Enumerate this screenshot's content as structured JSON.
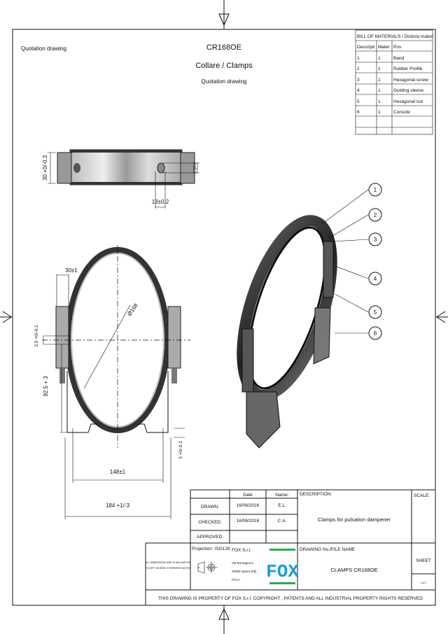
{
  "header": {
    "left_label": "Quotation drawing",
    "code": "CR168OE",
    "name": "Collare / Clamps",
    "subtitle": "Quotation drawing"
  },
  "bom": {
    "title": "BILL OF MATERIALS / Distinta materi",
    "columns": [
      "Descripti",
      "Mater",
      "Pos"
    ],
    "rows": [
      [
        "1",
        "1",
        "Band"
      ],
      [
        "2",
        "1",
        "Rubber Profile"
      ],
      [
        "3",
        "1",
        "Hexagonal screw"
      ],
      [
        "4",
        "1",
        "Guiding sleeve"
      ],
      [
        "5",
        "1",
        "Hexagonal nut"
      ],
      [
        "6",
        "1",
        "Console"
      ]
    ]
  },
  "dimensions": {
    "top_height": "30 +0/-0.3",
    "slot_height": "9±0.2",
    "slot_width": "13±0.2",
    "flange_width": "30±1",
    "diameter": "Ø168",
    "gap": "2,5 +0/-0.1",
    "center_height": "92.5 + 3",
    "base_thickness": "3 +0/-0.1",
    "hole_spacing": "148±1",
    "base_width": "184 +1/-3"
  },
  "balloons": [
    "1",
    "2",
    "3",
    "4",
    "5",
    "6"
  ],
  "title_block": {
    "date_header": "Date",
    "name_header": "Name:",
    "drawn_label": "DRAWN:",
    "drawn_date": "16/06/2016",
    "drawn_name": "E.L.",
    "checked_label": "CHECKED:",
    "checked_date": "16/06/2016",
    "checked_name": "C.A.",
    "approved_label": "APPROVED:",
    "description_label": "DESCRIPTION:",
    "description": "Clamps for pulsation dampener",
    "scale_label": "SCALE:",
    "units_note_1": "ALL DIMENSIONS ARE IN MILLIMETER",
    "units_note_2": "EXCEPT WHERE OTHERWISE NOTED",
    "projection": "Projection: ISO128",
    "company": "FOX S.r.l.",
    "address_1": "Via Romagna 6",
    "address_2": "20090 Opera (MI)",
    "address_3": "ITALY",
    "logo_text": "FOX",
    "logo_color": "#1a9fd6",
    "logo_bar_color": "#22b24c",
    "drawing_no_label": "DRAWING No./FILE NAME",
    "drawing_no": "CLAMPS CR168OE",
    "sheet_label": "SHEET",
    "sheet_value": "1 of 1",
    "copyright": "THIS DRAWING IS PROPERTY OF FOX S.r.l. COPYRIGHT , PATENTS AND ALL INDUSTRIAL PROPERTY RIGHTS RESERVED"
  }
}
